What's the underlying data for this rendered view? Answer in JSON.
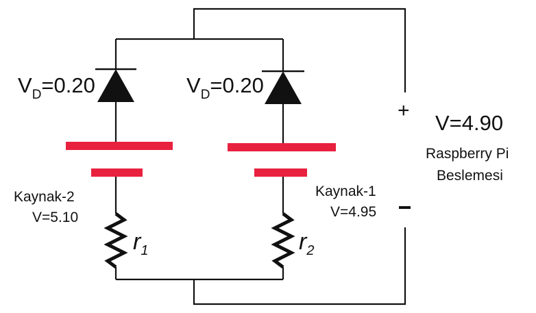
{
  "diode_left": {
    "v": "V",
    "sub": "D",
    "value": "=0.20"
  },
  "diode_right": {
    "v": "V",
    "sub": "D",
    "value": "=0.20"
  },
  "source2": {
    "name": "Kaynak-2",
    "voltage": "V=5.10"
  },
  "source1": {
    "name": "Kaynak-1",
    "voltage": "V=4.95"
  },
  "resistor_left": {
    "r": "r",
    "sub": "1"
  },
  "resistor_right": {
    "r": "r",
    "sub": "2"
  },
  "supply": {
    "plus": "+",
    "minus": "-",
    "voltage": "V=4.90",
    "name_line1": "Raspberry Pi",
    "name_line2": "Beslemesi"
  },
  "colors": {
    "plate": "#e8213f",
    "wire": "#111111"
  }
}
